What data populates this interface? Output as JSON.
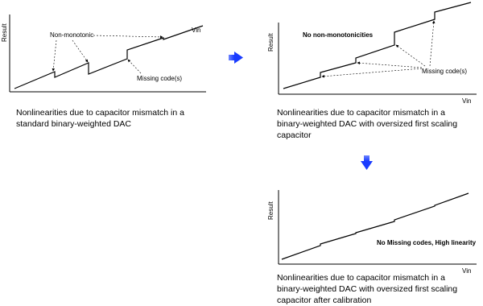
{
  "panel1": {
    "y_label": "Result",
    "x_label": "Vin",
    "annotation_nonmono": "Non-monotonic",
    "annotation_missing": "Missing code(s)",
    "caption": [
      "Nonlinearities due to capacitor mismatch in a",
      "standard binary-weighted DAC"
    ]
  },
  "panel2": {
    "y_label": "Result",
    "x_label": "Vin",
    "annotation_top": "No non-monotonicities",
    "annotation_missing": "Missing code(s)",
    "caption": [
      "Nonlinearities due to capacitor mismatch in a",
      "binary-weighted DAC with oversized first scaling",
      "capacitor"
    ]
  },
  "panel3": {
    "y_label": "Result",
    "x_label": "Vin",
    "annotation_main": "No Missing codes, High linearity",
    "caption": [
      "Nonlinearities due to capacitor mismatch in a",
      "binary-weighted DAC with oversized first scaling",
      "capacitor after calibration"
    ]
  },
  "colors": {
    "arrow": "#1a3cff",
    "line": "#000000"
  }
}
